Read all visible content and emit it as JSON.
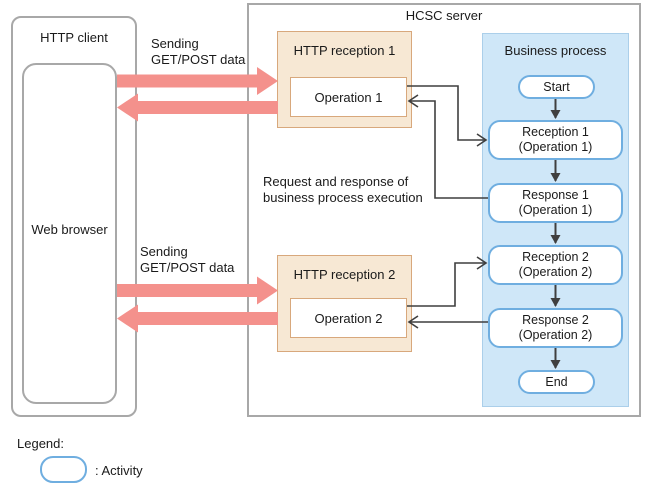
{
  "colors": {
    "arrow_pink": "#F4918C",
    "reception_fill": "#F7E8D4",
    "reception_border": "#D8A87C",
    "process_fill": "#CFE7F8",
    "process_border": "#ABCFEA",
    "activity_border": "#6FAEE0",
    "box_border_gray": "#A8A8A8",
    "connector_black": "#3F3F3F"
  },
  "client": {
    "title": "HTTP client",
    "browser_label": "Web browser"
  },
  "server": {
    "title": "HCSC server"
  },
  "http_receptions": [
    {
      "title": "HTTP reception 1",
      "operation": "Operation 1"
    },
    {
      "title": "HTTP reception 2",
      "operation": "Operation 2"
    }
  ],
  "business_process": {
    "title": "Business process",
    "activities": [
      {
        "line1": "Start",
        "line2": ""
      },
      {
        "line1": "Reception 1",
        "line2": "(Operation 1)"
      },
      {
        "line1": "Response 1",
        "line2": "(Operation 1)"
      },
      {
        "line1": "Reception 2",
        "line2": "(Operation 2)"
      },
      {
        "line1": "Response 2",
        "line2": "(Operation 2)"
      },
      {
        "line1": "End",
        "line2": ""
      }
    ]
  },
  "annotations": {
    "sending_top": {
      "line1": "Sending",
      "line2": "GET/POST data"
    },
    "sending_bottom": {
      "line1": "Sending",
      "line2": "GET/POST data"
    },
    "note": {
      "line1": "Request and response of",
      "line2": "business process execution"
    }
  },
  "legend": {
    "title": "Legend:",
    "activity_label": ": Activity"
  }
}
